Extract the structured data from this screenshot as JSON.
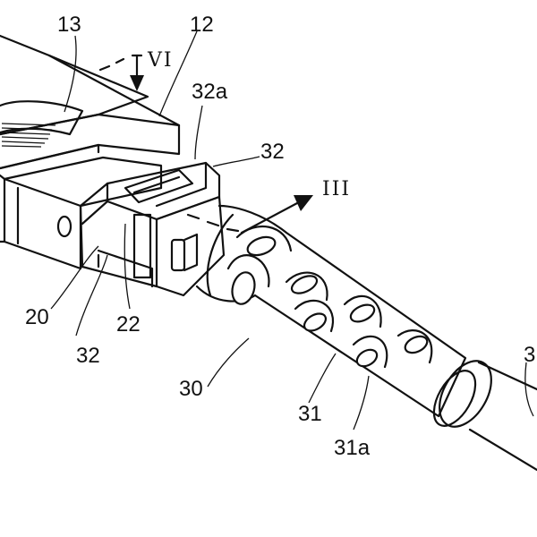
{
  "labels": {
    "ref_13": "13",
    "ref_12": "12",
    "section_vi": "VI",
    "ref_32a": "32a",
    "ref_32_top": "32",
    "section_iii": "III",
    "ref_20": "20",
    "ref_22": "22",
    "ref_32_bottom": "32",
    "ref_30": "30",
    "ref_31": "31",
    "ref_31a": "31a",
    "ref_3_partial": "3"
  }
}
